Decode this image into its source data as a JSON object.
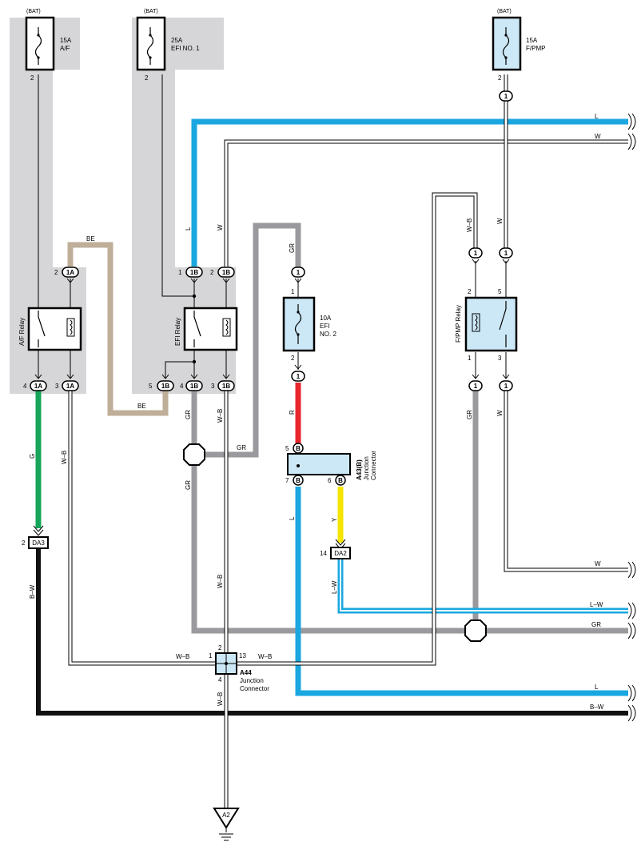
{
  "fuses": [
    {
      "id": "af",
      "source": "(BAT)",
      "rating": "15A",
      "name": "A/F",
      "pin": "2"
    },
    {
      "id": "efi1",
      "source": "(BAT)",
      "rating": "25A",
      "name": "EFI NO. 1",
      "pin": "2"
    },
    {
      "id": "fpmp",
      "source": "(BAT)",
      "rating": "15A",
      "name": "F/PMP",
      "pin": "2"
    },
    {
      "id": "efi2",
      "rating": "10A",
      "name_line1": "EFI",
      "name_line2": "NO. 2",
      "pin_top": "1",
      "pin_bottom": "2"
    }
  ],
  "relays": {
    "af": "A/F Relay",
    "efi": "EFI Relay",
    "fpmp": "F/PMP Relay"
  },
  "connectors": {
    "c1A": "1A",
    "c1B": "1B",
    "c1": "1",
    "cB": "B",
    "da3": "DA3",
    "da2": "DA2",
    "a2": "A2"
  },
  "pins": {
    "p1": "1",
    "p2": "2",
    "p3": "3",
    "p4": "4",
    "p5": "5",
    "p6": "6",
    "p7": "7",
    "p13": "13",
    "p14": "14"
  },
  "junction_a43": {
    "id": "A43(B)",
    "line1": "Junction",
    "line2": "Connector"
  },
  "junction_a44": {
    "id": "A44",
    "line1": "Junction",
    "line2": "Connector"
  },
  "wire_colors": {
    "BE": "BE",
    "L": "L",
    "W": "W",
    "GR": "GR",
    "R": "R",
    "Y": "Y",
    "G": "G",
    "WB": "W–B",
    "BW": "B–W",
    "LW": "L–W"
  },
  "palette": {
    "L": "#1aa7e0",
    "GR": "#9a9a9e",
    "BE": "#bfae98",
    "G": "#16a55a",
    "R": "#e8242c",
    "Y": "#f5e400",
    "B": "#111111",
    "shade": "#d6d6d8",
    "box": "#cce8f6"
  }
}
